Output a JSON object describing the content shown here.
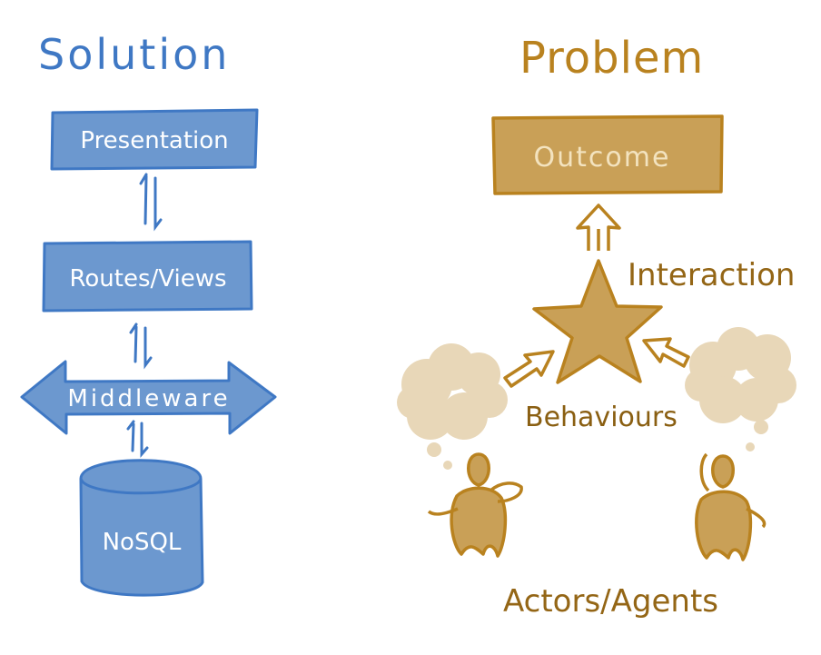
{
  "solution": {
    "title": "Solution",
    "layers": [
      "Presentation",
      "Routes/Views",
      "Middleware",
      "NoSQL"
    ]
  },
  "problem": {
    "title": "Problem",
    "outcome": "Outcome",
    "interaction": "Interaction",
    "behaviours": "Behaviours",
    "actors": "Actors/Agents"
  },
  "colors": {
    "blue": "#3f78c4",
    "blue_fill": "#6c98cf",
    "gold": "#b9821f",
    "gold_fill": "#c9a057",
    "cloud": "#e8d7b8"
  }
}
